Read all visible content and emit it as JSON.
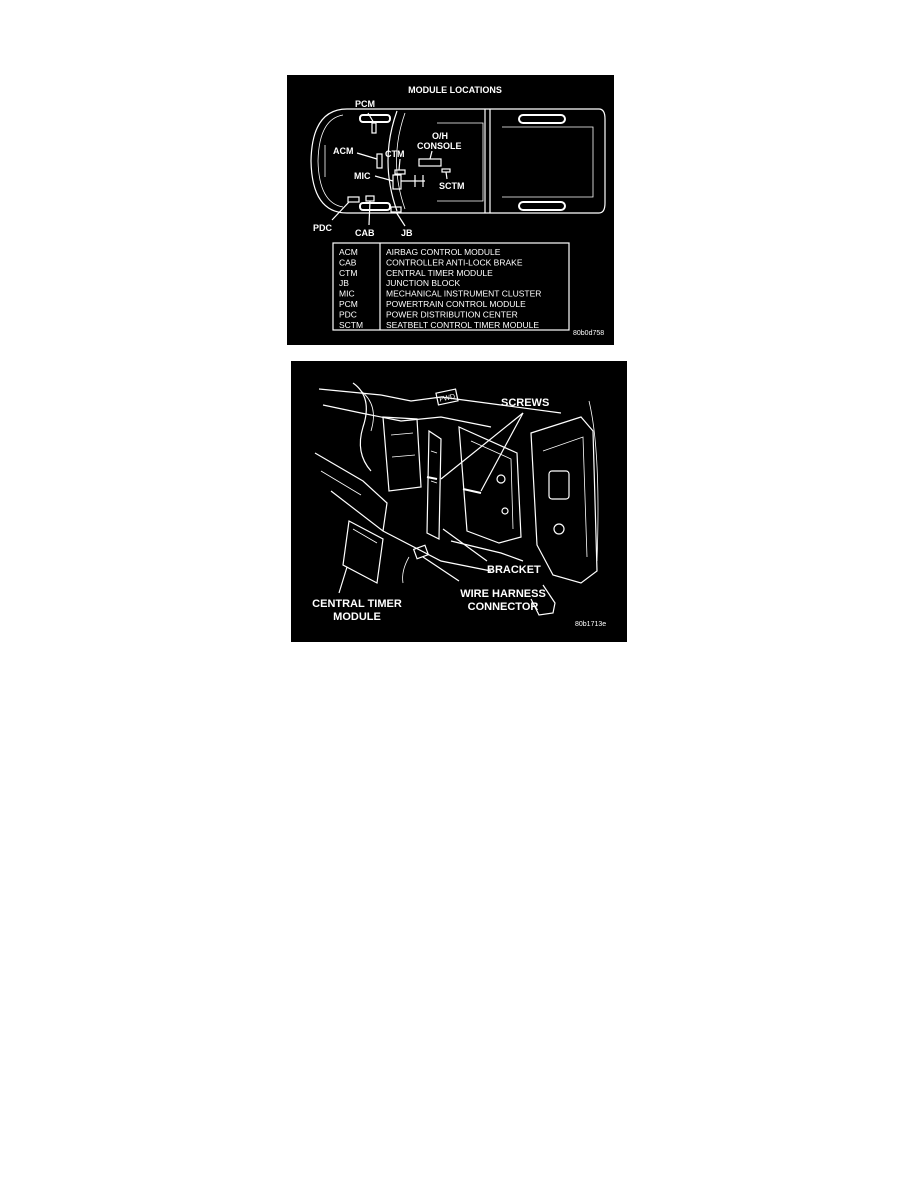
{
  "figure1": {
    "title": "MODULE LOCATIONS",
    "callouts": {
      "pcm": "PCM",
      "acm": "ACM",
      "ctm": "CTM",
      "oh_console": [
        "O/H",
        "CONSOLE"
      ],
      "mic": "MIC",
      "sctm": "SCTM",
      "pdc": "PDC",
      "cab": "CAB",
      "jb": "JB"
    },
    "legend": [
      {
        "abbr": "ACM",
        "desc": "AIRBAG CONTROL MODULE"
      },
      {
        "abbr": "CAB",
        "desc": "CONTROLLER ANTI-LOCK BRAKE"
      },
      {
        "abbr": "CTM",
        "desc": "CENTRAL TIMER MODULE"
      },
      {
        "abbr": "JB",
        "desc": "JUNCTION BLOCK"
      },
      {
        "abbr": "MIC",
        "desc": "MECHANICAL INSTRUMENT CLUSTER"
      },
      {
        "abbr": "PCM",
        "desc": "POWERTRAIN CONTROL MODULE"
      },
      {
        "abbr": "PDC",
        "desc": "POWER DISTRIBUTION CENTER"
      },
      {
        "abbr": "SCTM",
        "desc": "SEATBELT CONTROL TIMER MODULE"
      }
    ],
    "code": "80b0d758"
  },
  "figure2": {
    "screws": "SCREWS",
    "bracket": "BRACKET",
    "fwd": "FWD",
    "wire_harness": [
      "WIRE HARNESS",
      "CONNECTOR"
    ],
    "ctm_label": [
      "CENTRAL TIMER",
      "MODULE"
    ],
    "code": "80b1713e"
  }
}
